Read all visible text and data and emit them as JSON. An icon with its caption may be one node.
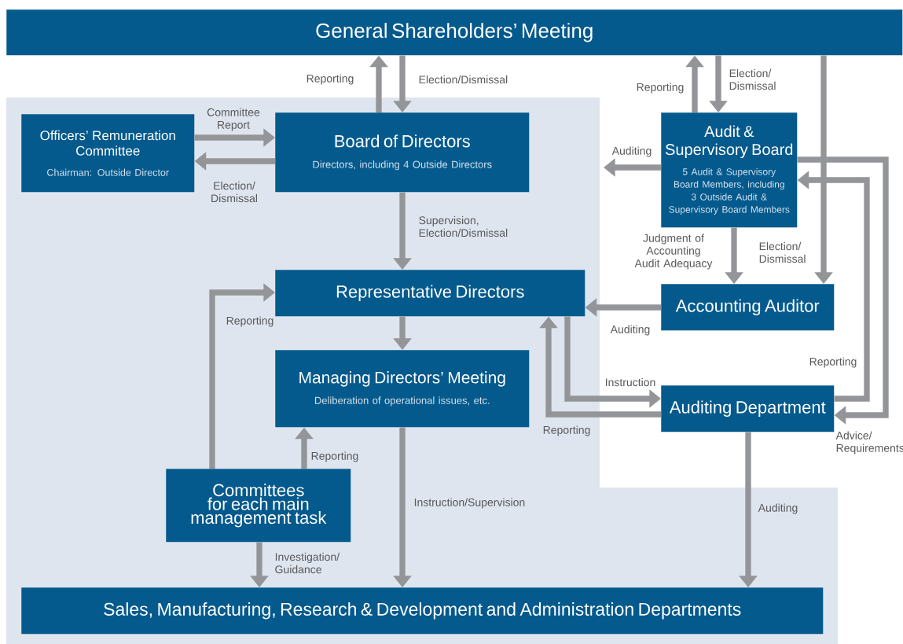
{
  "diagram": {
    "nodes": [
      {
        "text": [
          "General Shareholders’ Meeting"
        ]
      },
      {
        "text": [
          "Officers’ Remuneration Committee",
          "Chairman: Outside Director"
        ]
      },
      {
        "text": [
          "Board of Directors",
          "Directors, including 4 Outside Directors"
        ]
      },
      {
        "text": [
          "Audit & Supervisory Board",
          "5 Audit & Supervisory Board Members, including 3 Outside Audit & Supervisory Board Members"
        ]
      },
      {
        "text": [
          "Representative Directors"
        ]
      },
      {
        "text": [
          "Accounting Auditor"
        ]
      },
      {
        "text": [
          "Managing Directors’ Meeting",
          "Deliberation of operational issues, etc."
        ]
      },
      {
        "text": [
          "Auditing Department"
        ]
      },
      {
        "text": [
          "Committees for each main management task"
        ]
      },
      {
        "text": [
          "Sales, Manufacturing, Research & Development and Administration Departments"
        ]
      }
    ],
    "edges": [
      {
        "from": 2,
        "to": 0,
        "arrow": "to",
        "label": "Reporting"
      },
      {
        "from": 0,
        "to": 2,
        "arrow": "to",
        "label": "Election/Dismissal"
      },
      {
        "from": 1,
        "to": 2,
        "arrow": "to",
        "label": "Committee Report"
      },
      {
        "from": 2,
        "to": 1,
        "arrow": "to",
        "label": "Election/ Dismissal"
      },
      {
        "from": 2,
        "to": 4,
        "arrow": "to",
        "label": "Supervision, Election/Dismissal"
      },
      {
        "from": 3,
        "to": 0,
        "arrow": "to",
        "label": "Reporting"
      },
      {
        "from": 0,
        "to": 3,
        "arrow": "to",
        "label": "Election/ Dismissal"
      },
      {
        "from": 3,
        "to": null,
        "arrow": "to",
        "label": "Auditing"
      },
      {
        "from": 3,
        "to": 5,
        "arrow": "to",
        "label": "Judgment of Accounting Audit Adequacy"
      },
      {
        "from": 0,
        "to": 5,
        "arrow": "to",
        "label": "Election/ Dismissal"
      },
      {
        "from": 5,
        "to": 4,
        "arrow": "to",
        "label": "Auditing"
      },
      {
        "from": 4,
        "to": 7,
        "arrow": "to",
        "label": "Instruction"
      },
      {
        "from": 7,
        "to": 4,
        "arrow": "to",
        "label": "Reporting"
      },
      {
        "from": 7,
        "to": 3,
        "arrow": "to",
        "label": "Reporting"
      },
      {
        "from": 3,
        "to": 7,
        "arrow": "to",
        "label": "Advice/ Requirements"
      },
      {
        "from": 4,
        "to": 6,
        "arrow": "to"
      },
      {
        "from": 8,
        "to": 6,
        "arrow": "to",
        "label": "Reporting"
      },
      {
        "from": 8,
        "to": 4,
        "arrow": "to",
        "label": "Reporting"
      },
      {
        "from": 8,
        "to": 9,
        "arrow": "to",
        "label": "Investigation/ Guidance"
      },
      {
        "from": 6,
        "to": 9,
        "arrow": "to",
        "label": "Instruction/Supervision"
      },
      {
        "from": 7,
        "to": 9,
        "arrow": "to",
        "label": "Auditing"
      }
    ]
  }
}
